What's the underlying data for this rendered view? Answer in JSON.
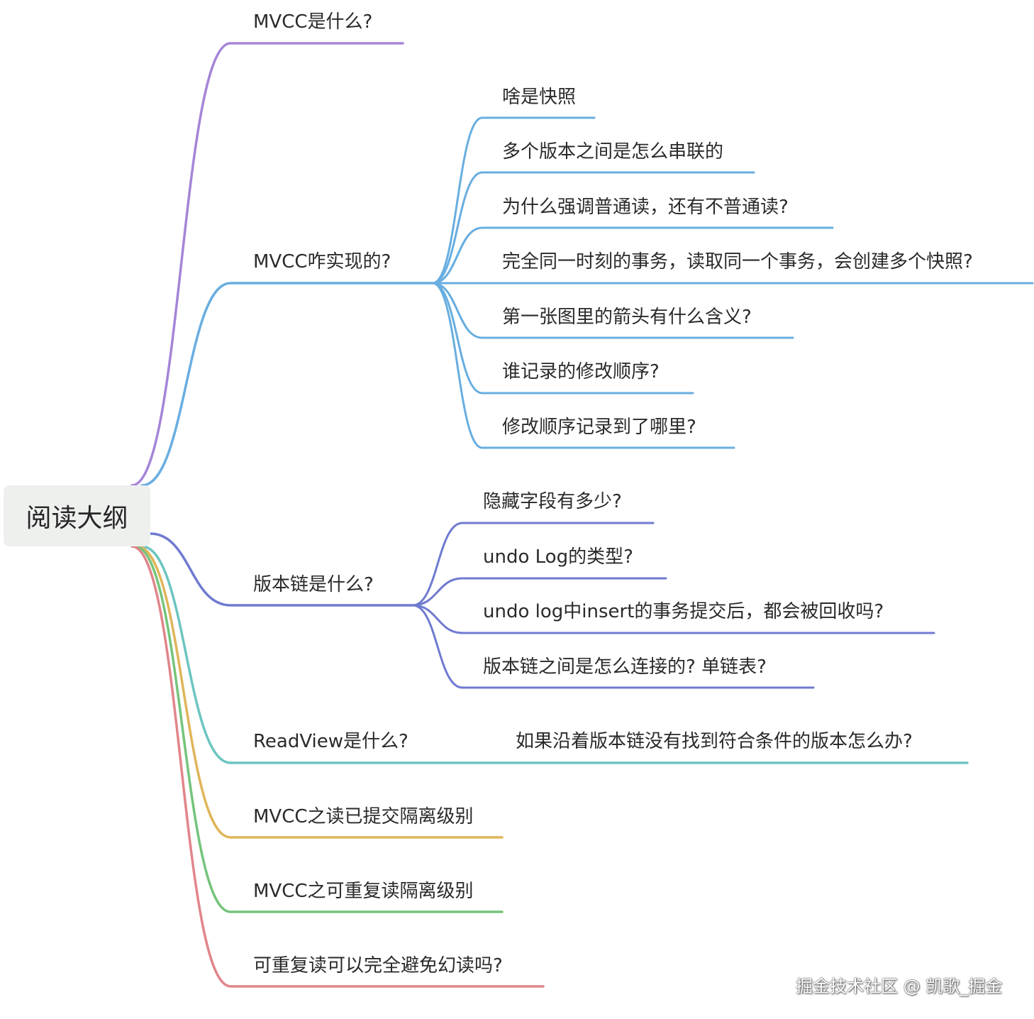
{
  "root": {
    "label": "阅读大纲"
  },
  "colors": {
    "purple": "#a585d8",
    "blue": "#68aee0",
    "indigo": "#6f7ad0",
    "teal": "#6cc5c0",
    "gold": "#dfb55a",
    "green": "#75c47c",
    "red": "#e1858a"
  },
  "branches": [
    {
      "label": "MVCC是什么?",
      "color": "purple",
      "children": []
    },
    {
      "label": "MVCC咋实现的?",
      "color": "blue",
      "children": [
        {
          "label": "啥是快照"
        },
        {
          "label": "多个版本之间是怎么串联的"
        },
        {
          "label": "为什么强调普通读，还有不普通读?"
        },
        {
          "label": "完全同一时刻的事务，读取同一个事务，会创建多个快照?"
        },
        {
          "label": "第一张图里的箭头有什么含义?"
        },
        {
          "label": "谁记录的修改顺序?"
        },
        {
          "label": "修改顺序记录到了哪里?"
        }
      ]
    },
    {
      "label": "版本链是什么?",
      "color": "indigo",
      "children": [
        {
          "label": "隐藏字段有多少?"
        },
        {
          "label": "undo Log的类型?"
        },
        {
          "label": "undo log中insert的事务提交后，都会被回收吗?"
        },
        {
          "label": "版本链之间是怎么连接的? 单链表?"
        }
      ]
    },
    {
      "label": "ReadView是什么?",
      "color": "teal",
      "children": [
        {
          "label": "如果沿着版本链没有找到符合条件的版本怎么办?"
        }
      ]
    },
    {
      "label": "MVCC之读已提交隔离级别",
      "color": "gold",
      "children": []
    },
    {
      "label": "MVCC之可重复读隔离级别",
      "color": "green",
      "children": []
    },
    {
      "label": "可重复读可以完全避免幻读吗?",
      "color": "red",
      "children": []
    }
  ],
  "watermark": "掘金技术社区 @ 凯歌_掘金"
}
